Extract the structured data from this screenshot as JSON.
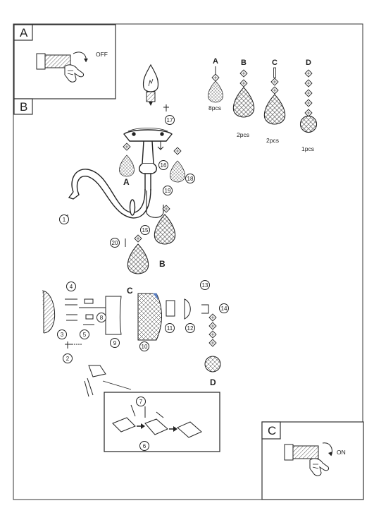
{
  "panels": {
    "a": {
      "letter": "A",
      "action": "OFF"
    },
    "b": {
      "letter": "B"
    },
    "c": {
      "letter": "C",
      "action": "ON"
    }
  },
  "pendants": [
    {
      "letter": "A",
      "qty": "8pcs"
    },
    {
      "letter": "B",
      "qty": "2pcs"
    },
    {
      "letter": "C",
      "qty": "2pcs"
    },
    {
      "letter": "D",
      "qty": "1pcs"
    }
  ],
  "assembly_labels": {
    "a": "A",
    "b": "B",
    "c": "C",
    "d": "D"
  },
  "callouts": [
    "1",
    "2",
    "3",
    "4",
    "5",
    "6",
    "7",
    "8",
    "9",
    "10",
    "11",
    "12",
    "13",
    "14",
    "15",
    "16",
    "17",
    "18",
    "19",
    "20"
  ],
  "icons": {
    "switch": "switch-hand-icon",
    "bulb": "candle-bulb-icon",
    "crystal": "crystal-drop-icon",
    "ball": "crystal-ball-icon"
  }
}
